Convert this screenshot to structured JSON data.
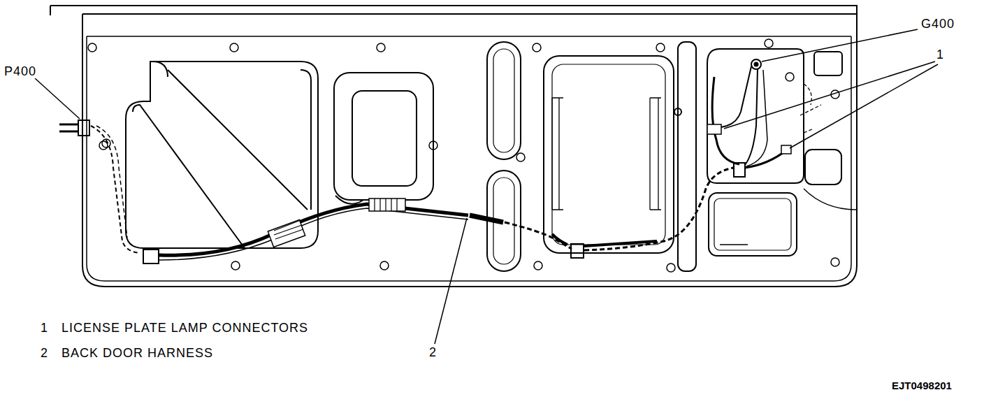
{
  "diagram": {
    "labels": [
      "P400",
      "G400",
      "1",
      "2",
      "1",
      "LICENSE PLATE LAMP CONNECTORS",
      "2",
      "BACK DOOR HARNESS",
      "EJT0498201"
    ]
  }
}
